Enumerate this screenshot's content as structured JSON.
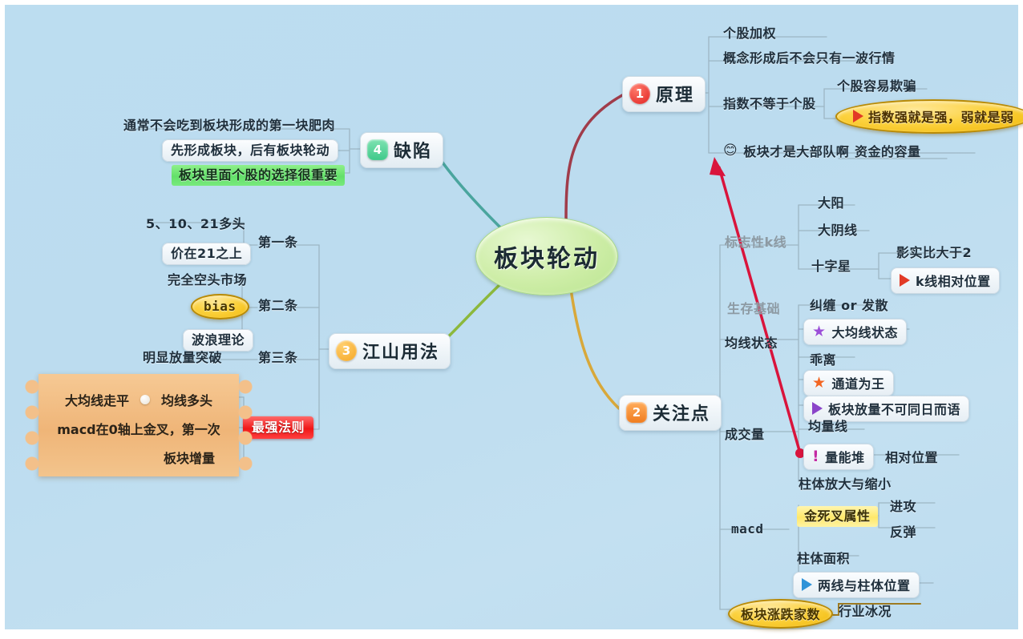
{
  "diagram": {
    "type": "mindmap",
    "central_topic": "板块轮动",
    "background_color": "#bcddf0"
  },
  "branches": {
    "b1": {
      "number": "1",
      "label": "原理",
      "badge_color": "#e02020",
      "badge_shape": "circle"
    },
    "b2": {
      "number": "2",
      "label": "关注点",
      "badge_color": "#f07c1e",
      "badge_shape": "square"
    },
    "b3": {
      "number": "3",
      "label": "江山用法",
      "badge_color": "#f5a623",
      "badge_shape": "circle"
    },
    "b4": {
      "number": "4",
      "label": "缺陷",
      "badge_color": "#3fc98a",
      "badge_shape": "square"
    }
  },
  "principle": {
    "item1": "个股加权",
    "item2": "概念形成后不会只有一波行情",
    "item3": "指数不等于个股",
    "item3_child1": "个股容易欺骗",
    "item3_child2": "指数强就是强，弱就是弱",
    "item4": "板块才是大部队啊",
    "item4_child": "资金的容量"
  },
  "defect": {
    "item1": "通常不会吃到板块形成的第一块肥肉",
    "item2": "先形成板块，后有板块轮动",
    "item3": "板块里面个股的选择很重要"
  },
  "method": {
    "rule1": "第一条",
    "rule1_c1": "5、10、21多头",
    "rule1_c2": "价在21之上",
    "rule2": "第二条",
    "rule2_c1": "完全空头市场",
    "rule2_c2": "bias",
    "rule2_c3": "波浪理论",
    "rule3": "第三条",
    "rule3_c1": "明显放量突破",
    "strongest_rule": "最强法则",
    "cloud_row1_a": "大均线走平",
    "cloud_row1_b": "均线多头",
    "cloud_row2": "macd在0轴上金叉，第一次",
    "cloud_row3": "板块增量"
  },
  "focus": {
    "kline": "标志性k线",
    "kline_c1": "大阳",
    "kline_c2": "大阴线",
    "kline_c3": "十字星",
    "kline_c3_a": "影实比大于2",
    "kline_c3_b": "k线相对位置",
    "ma_faded": "生存基础",
    "ma": "均线状态",
    "ma_c1": "纠缠 or 发散",
    "ma_c2": "大均线状态",
    "ma_c3": "乖离",
    "ma_c4": "通道为王",
    "ma_c5": "板块放量不可同日而语",
    "volume": "成交量",
    "volume_c1": "均量线",
    "volume_c2": "量能堆",
    "volume_c2_b": "相对位置",
    "volume_c3": "柱体放大与缩小",
    "macd": "macd",
    "macd_c1": "金死叉属性",
    "macd_c1_a": "进攻",
    "macd_c1_b": "反弹",
    "macd_c2": "柱体面积",
    "macd_c3": "两线与柱体位置",
    "breadth": "板块涨跌家数",
    "breadth_c1": "行业冰况"
  },
  "icons": {
    "play": "▶",
    "star": "★",
    "smile": "😊",
    "exclamation": "!"
  }
}
